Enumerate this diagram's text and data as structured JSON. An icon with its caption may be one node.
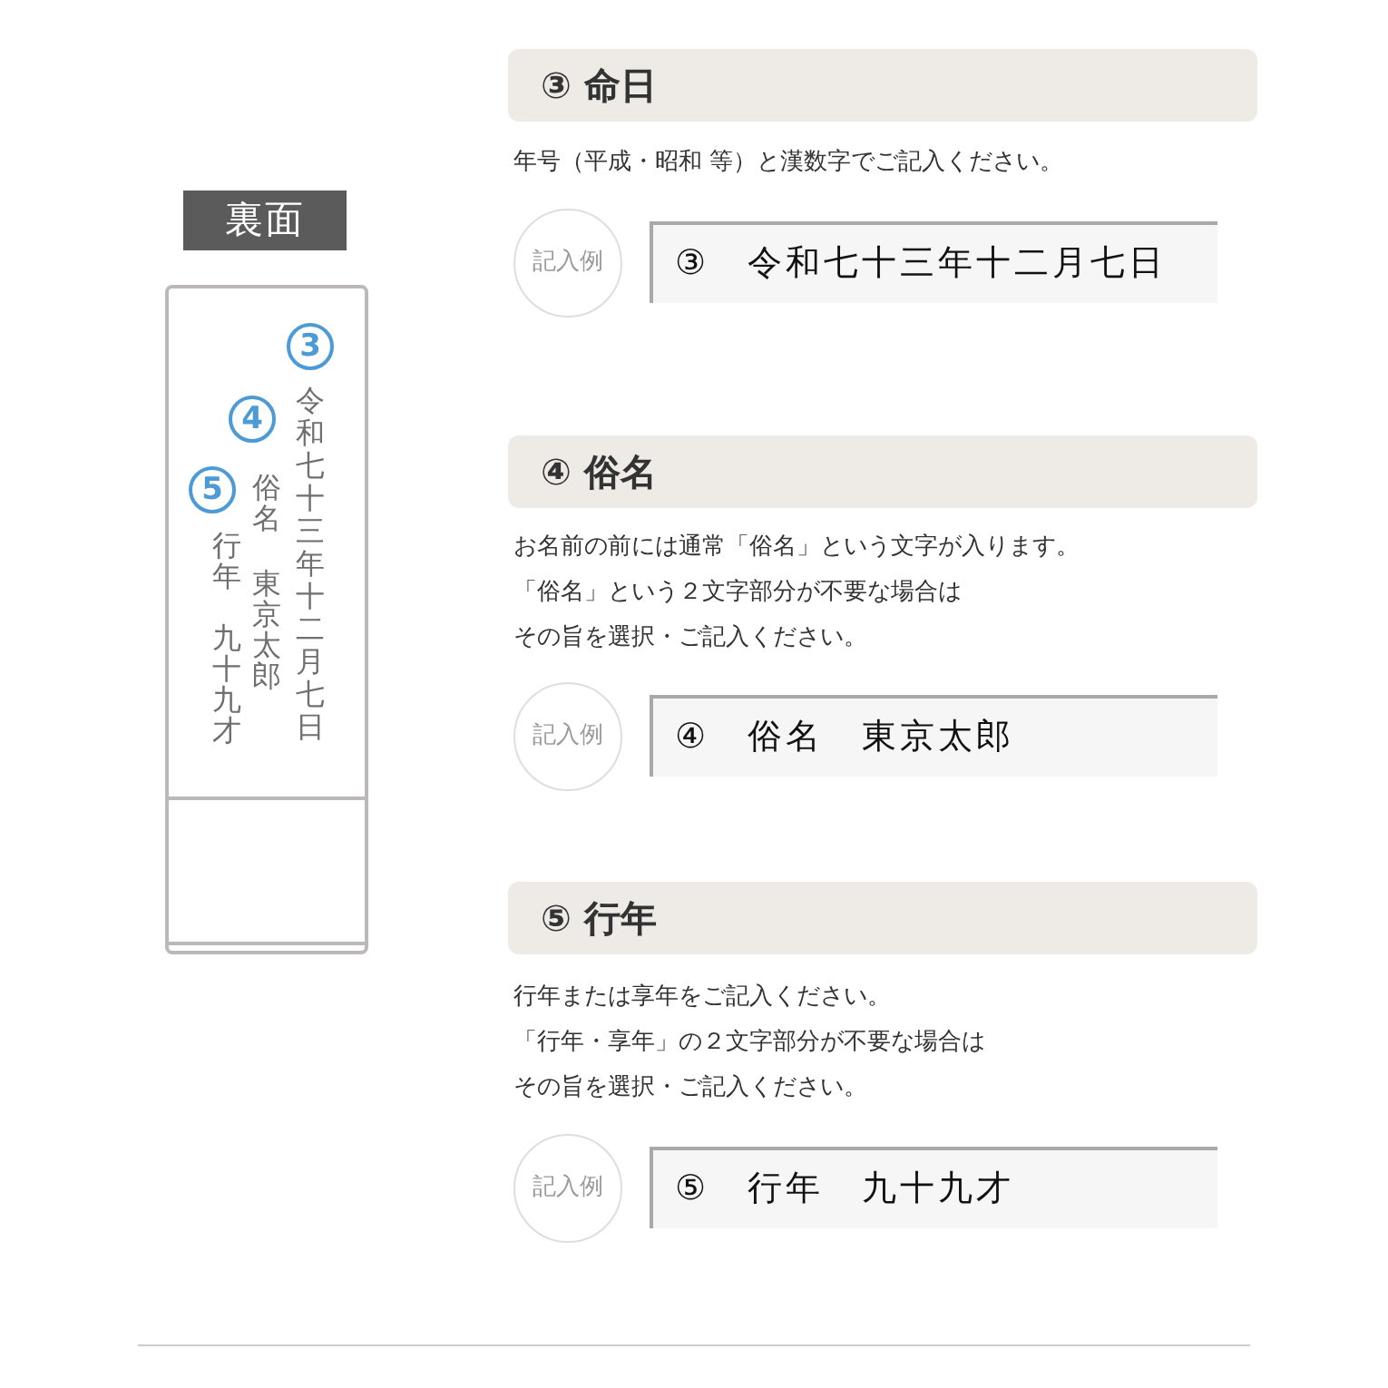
{
  "diagram": {
    "nodes": [
      {
        "text": [
          "裏面"
        ]
      },
      {
        "text": [],
        "shape": "box"
      },
      {
        "text": [
          "3"
        ],
        "in": 1,
        "beside": [
          "令和七十三年十二月七日"
        ]
      },
      {
        "text": [
          "4"
        ],
        "in": 1,
        "beside": [
          "俗名",
          "東京太郎"
        ]
      },
      {
        "text": [
          "5"
        ],
        "in": 1,
        "beside": [
          "行年",
          "九十九才"
        ]
      },
      {
        "text": [
          "③ 命日"
        ]
      },
      {
        "text": [
          "記入例"
        ]
      },
      {
        "text": [
          "③　令和七十三年十二月七日"
        ]
      },
      {
        "text": [
          "④ 俗名"
        ]
      },
      {
        "text": [
          "記入例"
        ]
      },
      {
        "text": [
          "④　俗名　東京太郎"
        ]
      },
      {
        "text": [
          "⑤ 行年"
        ]
      },
      {
        "text": [
          "記入例"
        ]
      },
      {
        "text": [
          "⑤　行年　九十九才"
        ]
      }
    ],
    "edges": [],
    "labels": [
      "年号（平成・昭和 等）と漢数字でご記入ください。",
      "お名前の前には通常「俗名」という文字が入ります。",
      "「俗名」という２文字部分が不要な場合は",
      "その旨を選択・ご記入ください。",
      "行年または享年をご記入ください。",
      "「行年・享年」の２文字部分が不要な場合は",
      "その旨を選択・ご記入ください。"
    ]
  }
}
